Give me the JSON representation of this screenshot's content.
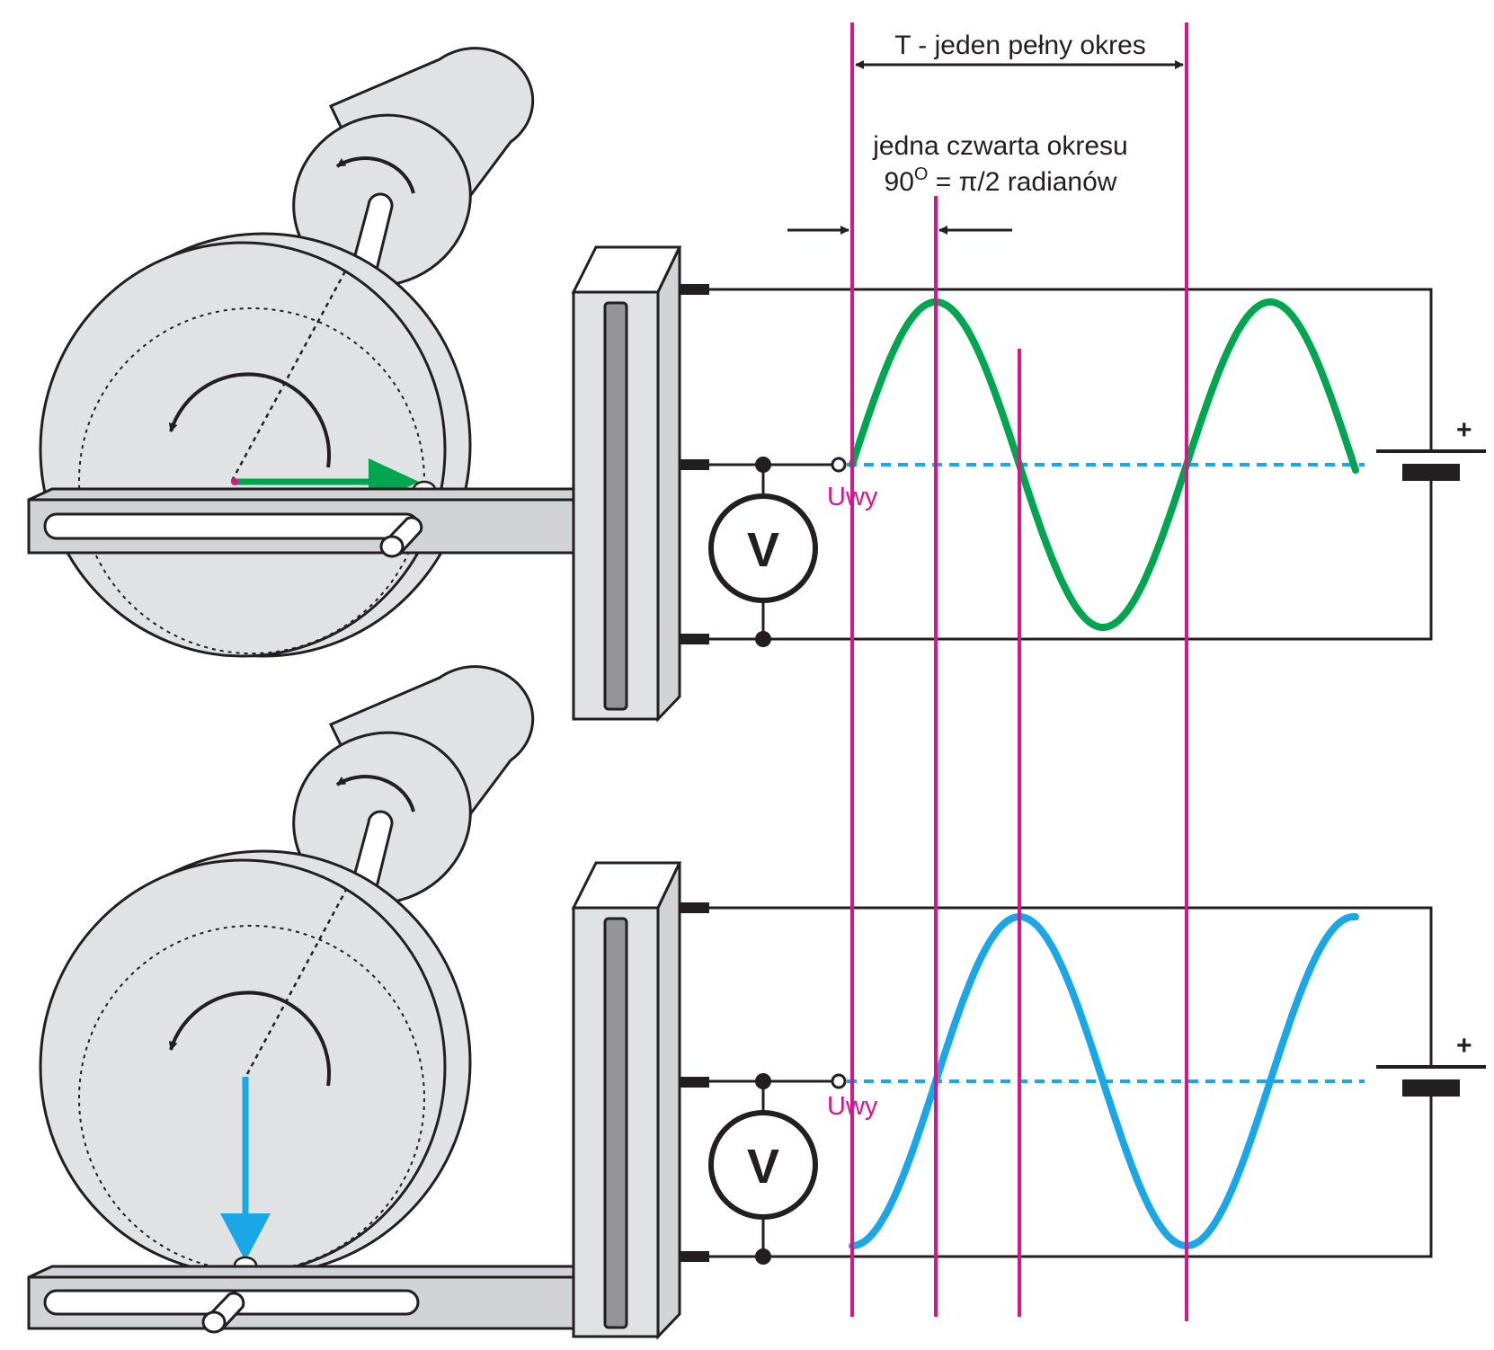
{
  "labels": {
    "period": "T - jeden pełny okres",
    "quarter_line1": "jedna czwarta okresu",
    "quarter_line2_prefix": "90",
    "quarter_line2_sup": "O",
    "quarter_line2_suffix": " = π/2 radianów",
    "output_top": "Uwy",
    "output_bottom": "Uwy",
    "voltmeter_top": "V",
    "voltmeter_bottom": "V",
    "battery_plus_top": "+",
    "battery_plus_bottom": "+"
  },
  "colors": {
    "sine_wave": "#00a550",
    "cosine_wave": "#1aa7e8",
    "marker_lines": "#d6168b",
    "output_label": "#d6168b",
    "outline": "#231f20",
    "body_fill": "#e1e2e3",
    "slider_fill": "#d1d3d4",
    "slot_fill": "#939598"
  },
  "icons": {
    "rotation_arrows": "curved-arrow-icon",
    "phasor_top": "horizontal-arrow-icon",
    "phasor_bottom": "down-arrow-icon",
    "battery": "battery-icon",
    "voltmeter": "voltmeter-icon",
    "dimension_arrows": "double-arrow-icon"
  }
}
